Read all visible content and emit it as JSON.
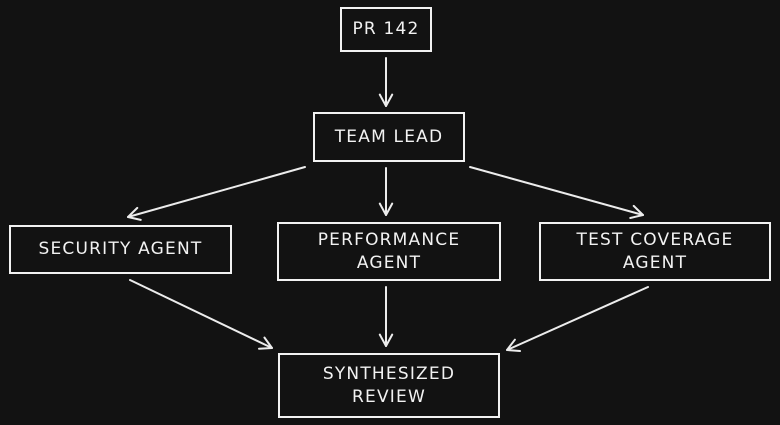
{
  "diagram": {
    "nodes": [
      {
        "id": "pr",
        "label": "PR 142"
      },
      {
        "id": "lead",
        "label": "TEAM LEAD"
      },
      {
        "id": "security",
        "label": "SECURITY AGENT"
      },
      {
        "id": "performance",
        "label": "PERFORMANCE\nAGENT"
      },
      {
        "id": "coverage",
        "label": "TEST COVERAGE\nAGENT"
      },
      {
        "id": "review",
        "label": "SYNTHESIZED\nREVIEW"
      }
    ],
    "edges": [
      {
        "from": "pr",
        "to": "lead"
      },
      {
        "from": "lead",
        "to": "security"
      },
      {
        "from": "lead",
        "to": "performance"
      },
      {
        "from": "lead",
        "to": "coverage"
      },
      {
        "from": "security",
        "to": "review"
      },
      {
        "from": "performance",
        "to": "review"
      },
      {
        "from": "coverage",
        "to": "review"
      }
    ],
    "colors": {
      "background": "#121212",
      "stroke": "#f2f2f2"
    }
  }
}
